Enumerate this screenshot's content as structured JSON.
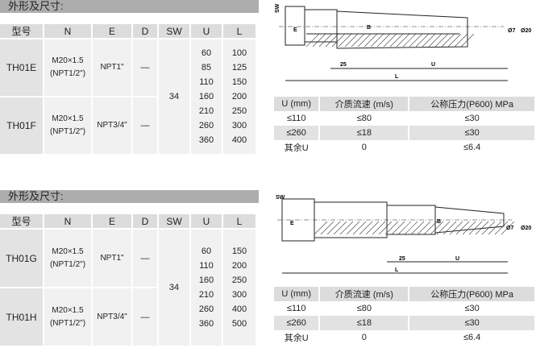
{
  "sections": [
    {
      "title": "外形及尺寸:",
      "headers": [
        "型号",
        "N",
        "E",
        "D",
        "SW",
        "U",
        "L"
      ],
      "models": [
        {
          "name": "TH01E",
          "n1": "M20×1.5",
          "n2": "(NPT1/2\")",
          "e": "NPT1\"",
          "d": "—"
        },
        {
          "name": "TH01F",
          "n1": "M20×1.5",
          "n2": "(NPT1/2\")",
          "e": "NPT3/4\"",
          "d": "—"
        }
      ],
      "sw": "34",
      "u": [
        "60",
        "85",
        "110",
        "160",
        "210",
        "260",
        "360"
      ],
      "l": [
        "100",
        "125",
        "150",
        "200",
        "250",
        "300",
        "400"
      ],
      "drawing_labels": {
        "sw": "SW",
        "e": "E",
        "b": "B",
        "d25": "25",
        "u": "U",
        "l": "L",
        "d7": "Ø7",
        "d20": "Ø20"
      },
      "perf": {
        "headers": [
          "U (mm)",
          "介质流速 (m/s)",
          "公称压力(P600) MPa"
        ],
        "rows": [
          [
            "≤110",
            "≤80",
            "≤30"
          ],
          [
            "≤260",
            "≤18",
            "≤30"
          ],
          [
            "其余U",
            "0",
            "≤6.4"
          ]
        ]
      }
    },
    {
      "title": "外形及尺寸:",
      "headers": [
        "型号",
        "N",
        "E",
        "D",
        "SW",
        "U",
        "L"
      ],
      "models": [
        {
          "name": "TH01G",
          "n1": "M20×1.5",
          "n2": "(NPT1/2\")",
          "e": "NPT1\"",
          "d": "—"
        },
        {
          "name": "TH01H",
          "n1": "M20×1.5",
          "n2": "(NPT1/2\")",
          "e": "NPT3/4\"",
          "d": "—"
        }
      ],
      "sw": "34",
      "u": [
        "60",
        "110",
        "160",
        "210",
        "260",
        "360"
      ],
      "l": [
        "150",
        "200",
        "250",
        "300",
        "400",
        "500"
      ],
      "drawing_labels": {
        "sw": "SW",
        "e": "E",
        "b": "B",
        "d25": "25",
        "u": "U",
        "l": "L",
        "d7": "Ø7",
        "d20": "Ø20"
      },
      "perf": {
        "headers": [
          "U (mm)",
          "介质流速 (m/s)",
          "公称压力(P600) MPa"
        ],
        "rows": [
          [
            "≤110",
            "≤80",
            "≤30"
          ],
          [
            "≤260",
            "≤18",
            "≤30"
          ],
          [
            "其余U",
            "0",
            "≤6.4"
          ]
        ]
      }
    }
  ]
}
